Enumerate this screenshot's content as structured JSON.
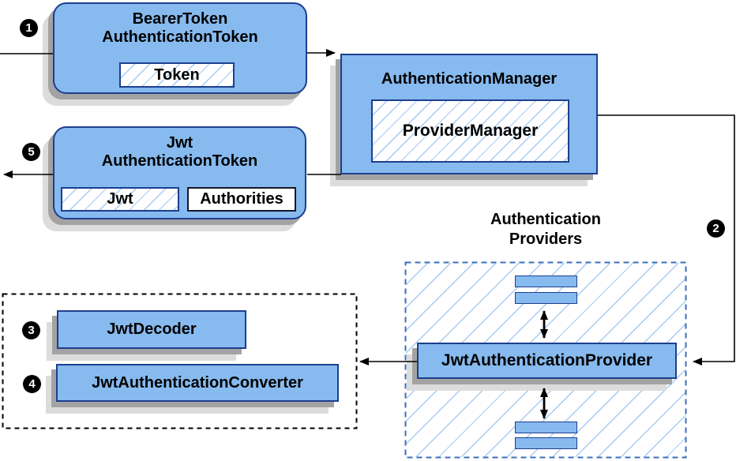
{
  "palette": {
    "node_fill": "#87baef",
    "node_border": "#1d3f8f",
    "hatch_line": "#a6cbf2",
    "container_border": "#3a6fb8",
    "authorities_border": "#14182a",
    "shadow_dark": "#a3a3a3",
    "shadow_light": "#dcdcdc",
    "arrow": "#000000",
    "badge_bg": "#000000",
    "badge_text": "#ffffff"
  },
  "steps": {
    "s1": "1",
    "s2": "2",
    "s3": "3",
    "s4": "4",
    "s5": "5"
  },
  "nodes": {
    "bearer_token": {
      "title_line1": "BearerToken",
      "title_line2": "AuthenticationToken",
      "chip": "Token"
    },
    "authentication_manager": {
      "title": "AuthenticationManager",
      "inner": "ProviderManager"
    },
    "jwt_authentication_token": {
      "title_line1": "Jwt",
      "title_line2": "AuthenticationToken",
      "chip_jwt": "Jwt",
      "chip_authorities": "Authorities"
    },
    "providers_group": {
      "label_line1": "Authentication",
      "label_line2": "Providers"
    },
    "jwt_authentication_provider": {
      "title": "JwtAuthenticationProvider"
    },
    "jwt_decoder": {
      "title": "JwtDecoder"
    },
    "jwt_authentication_converter": {
      "title": "JwtAuthenticationConverter"
    }
  }
}
